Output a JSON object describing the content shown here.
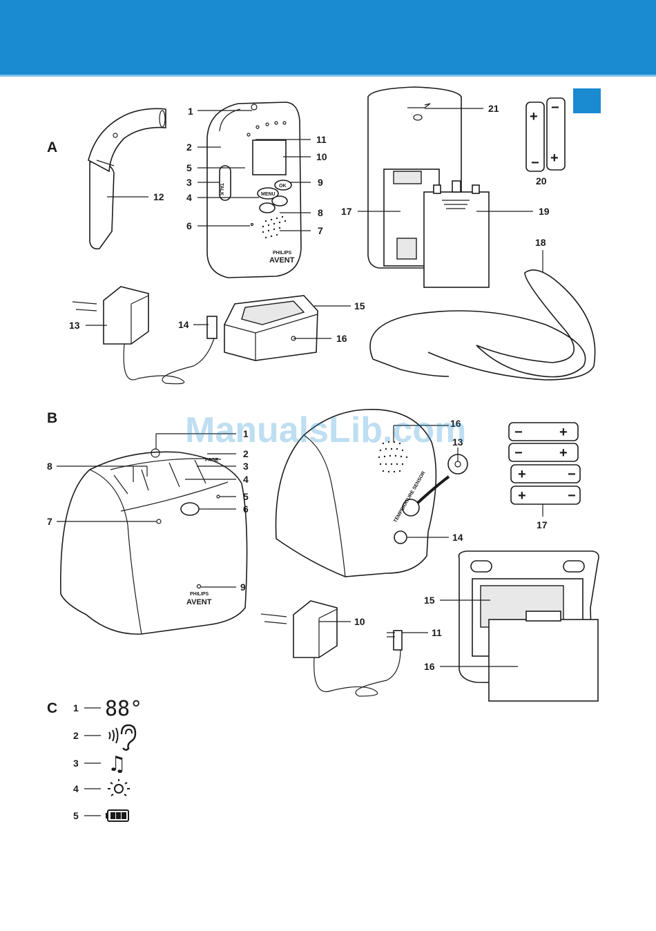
{
  "header": {
    "color": "#1a8ad1"
  },
  "watermark": "ManualsLib.com",
  "sections": {
    "a": "A",
    "b": "B",
    "c": "C"
  },
  "panel_a": {
    "labels": [
      "1",
      "2",
      "5",
      "3",
      "4",
      "6",
      "11",
      "10",
      "9",
      "8",
      "7",
      "12",
      "21",
      "20",
      "17",
      "19",
      "18",
      "13",
      "14",
      "15",
      "16"
    ]
  },
  "panel_b": {
    "labels": [
      "1",
      "2",
      "8",
      "3",
      "4",
      "5",
      "6",
      "7",
      "9",
      "16",
      "13",
      "14",
      "17",
      "15",
      "10",
      "11",
      "16"
    ]
  },
  "device_text": {
    "talk": "TALK",
    "menu": "MENU",
    "ok": "OK",
    "page": "PAGE",
    "brand_top": "PHILIPS",
    "brand_bottom": "AVENT",
    "temp_sensor": "TEMPERATURE SENSOR"
  },
  "panel_c": {
    "items": [
      {
        "number": "1",
        "icon": "temperature-display-icon",
        "glyph": "88°"
      },
      {
        "number": "2",
        "icon": "sound-ear-icon",
        "glyph": ""
      },
      {
        "number": "3",
        "icon": "music-note-icon",
        "glyph": "♫"
      },
      {
        "number": "4",
        "icon": "night-light-icon",
        "glyph": ""
      },
      {
        "number": "5",
        "icon": "battery-icon",
        "glyph": ""
      }
    ]
  }
}
